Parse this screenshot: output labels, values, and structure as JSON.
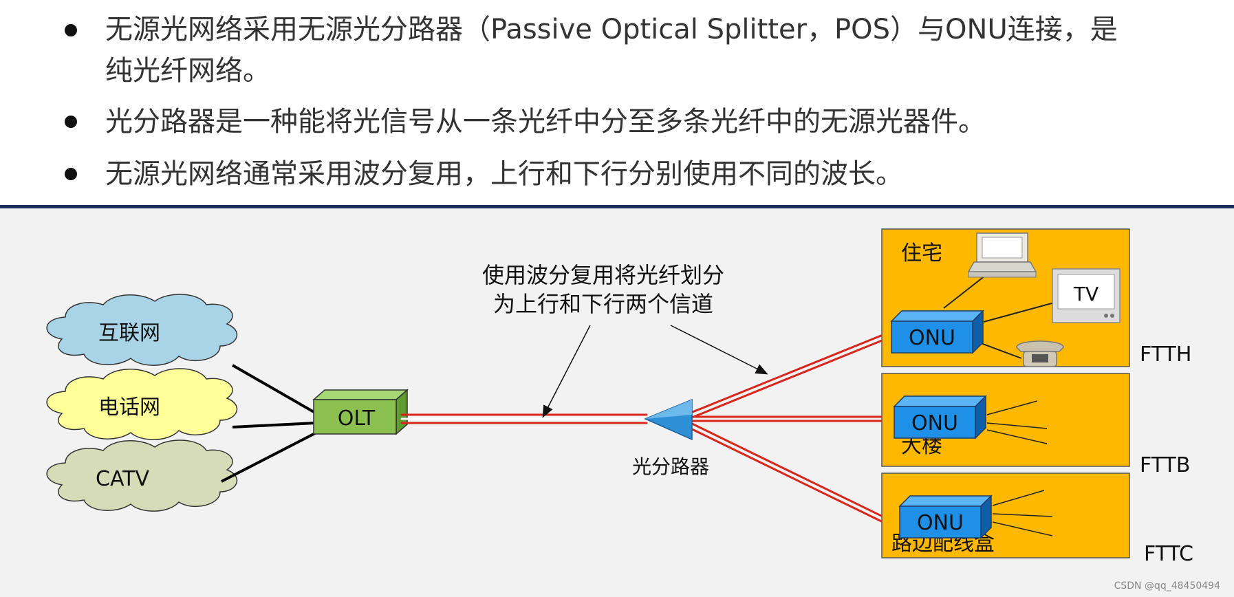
{
  "bullets": [
    {
      "line1": "无源光网络采用无源光分路器（Passive Optical Splitter，POS）与ONU连接，是",
      "line2": "纯光纤网络。"
    },
    {
      "line1": "光分路器是一种能将光信号从一条光纤中分至多条光纤中的无源光器件。"
    },
    {
      "line1": "无源光网络通常采用波分复用，上行和下行分别使用不同的波长。"
    }
  ],
  "diagram": {
    "clouds": {
      "internet": "互联网",
      "phone": "电话网",
      "catv": "CATV"
    },
    "olt": "OLT",
    "splitter": "光分路器",
    "annotation": {
      "line1": "使用波分复用将光纤划分",
      "line2": "为上行和下行两个信道"
    },
    "onu": "ONU",
    "tv": "TV",
    "boxes": [
      {
        "label": "住宅",
        "type": "FTTH"
      },
      {
        "label": "大楼",
        "type": "FTTB"
      },
      {
        "label": "路边配线盒",
        "type": "FTTC"
      }
    ],
    "colors": {
      "internet": "#a9d4e8",
      "phone": "#ffff99",
      "catv": "#d6dcb8",
      "olt": "#8cc152",
      "onu": "#1e90e8",
      "box": "#ffb800",
      "fiber": "#d9261c",
      "splitter": "#2e8fd6"
    }
  },
  "watermark": "CSDN @qq_48450494"
}
